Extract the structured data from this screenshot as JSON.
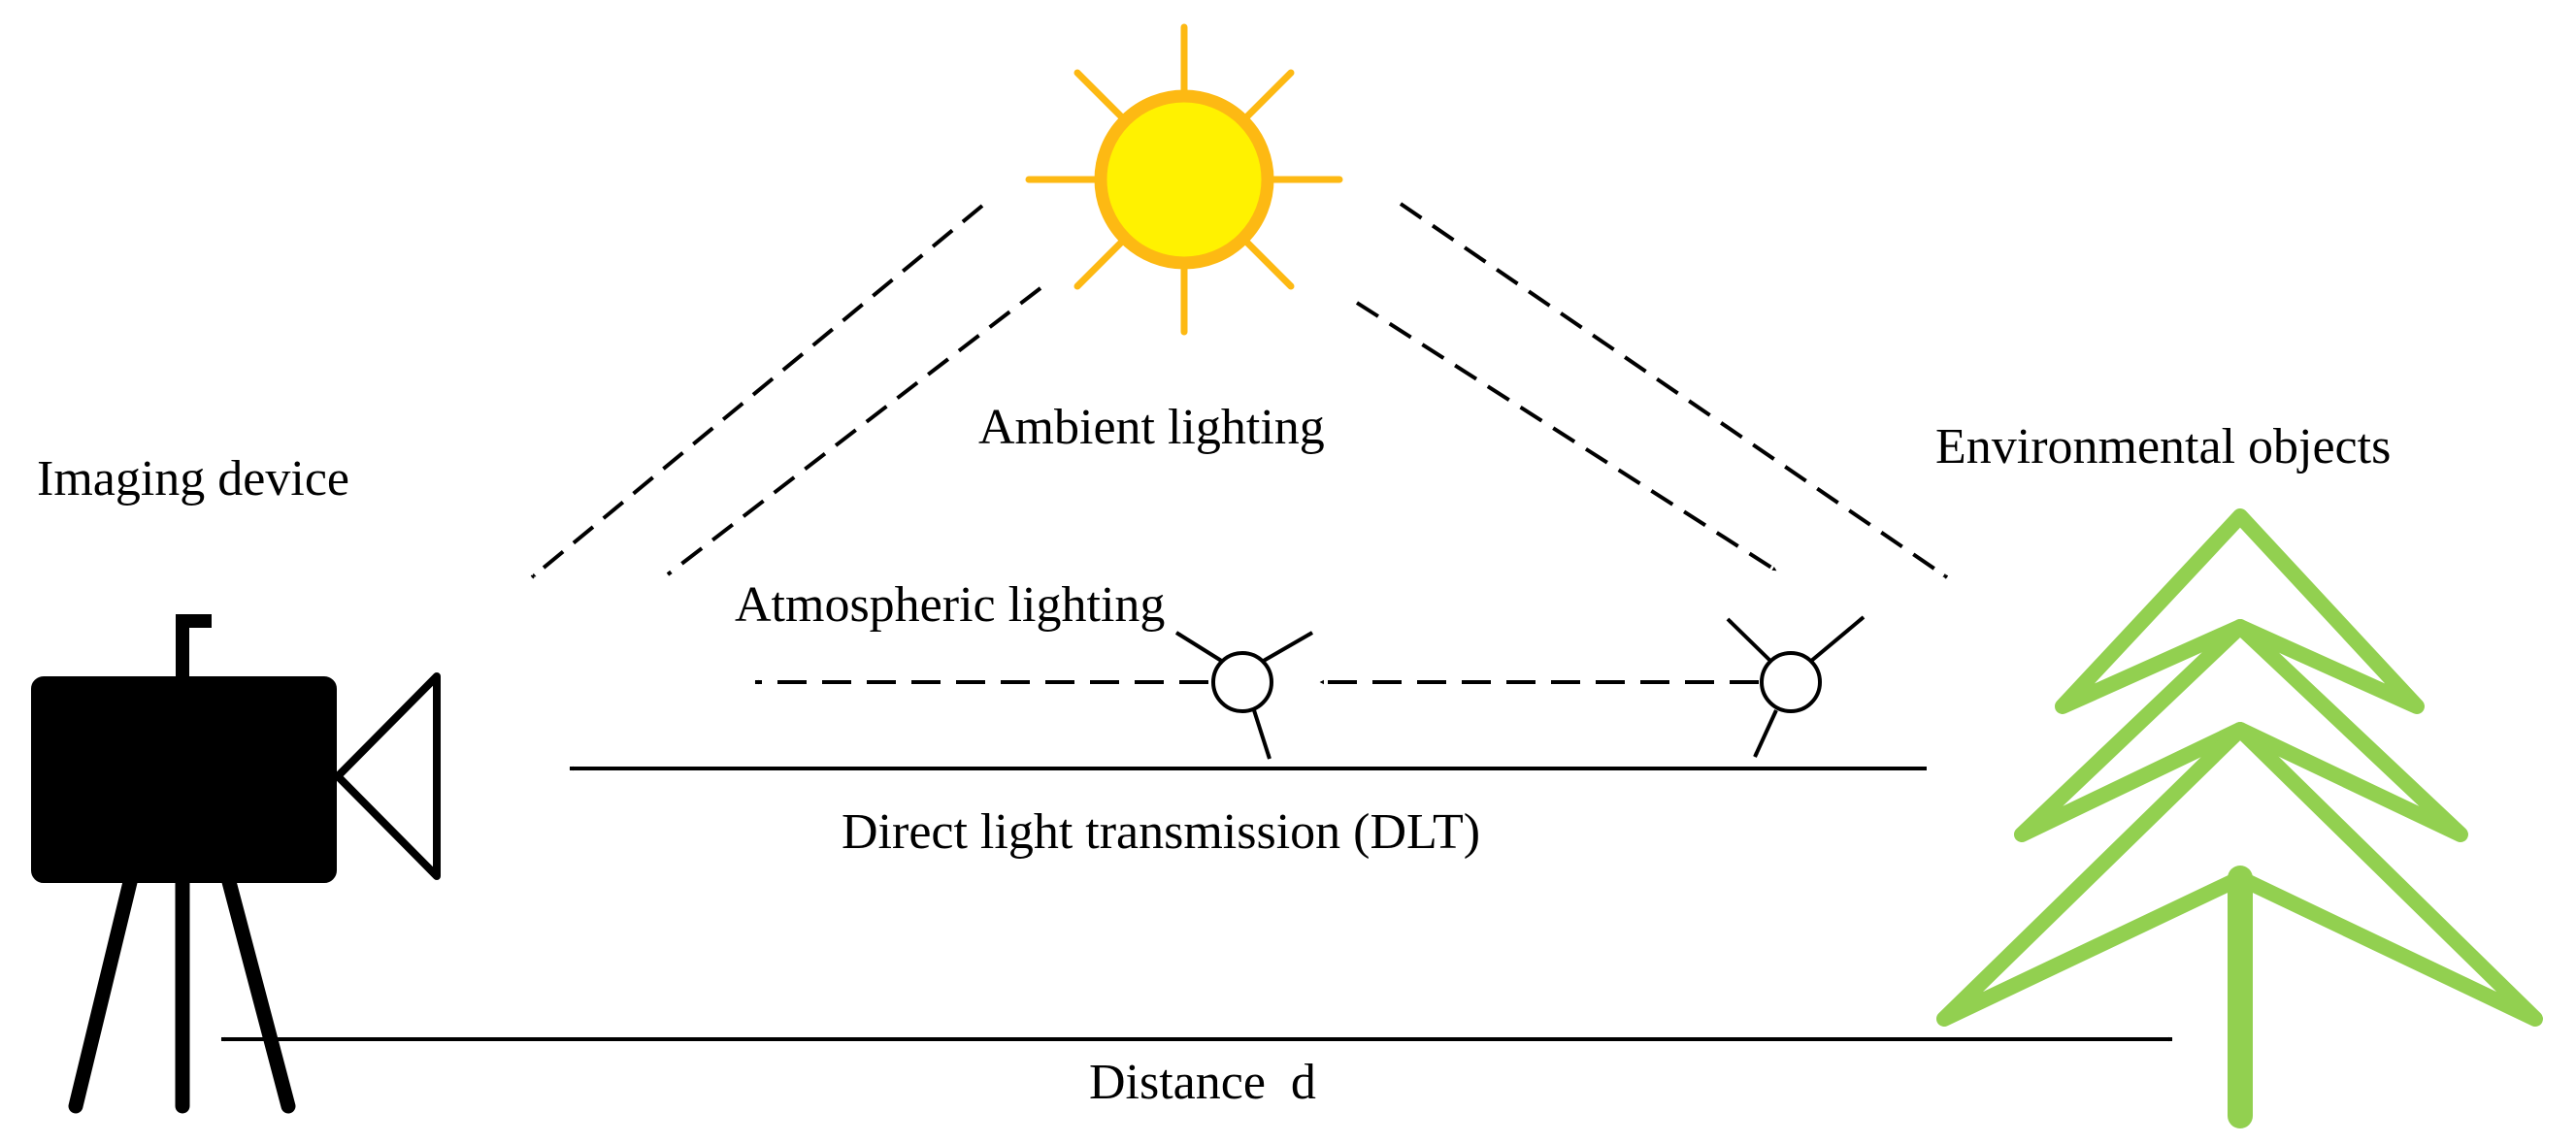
{
  "labels": {
    "ambient": "Ambient lighting",
    "imaging_device": "Imaging device",
    "environmental_objects": "Environmental objects",
    "atmospheric": "Atmospheric lighting",
    "dlt": "Direct light transmission (DLT)",
    "distance": "Distance  d"
  },
  "icons": {
    "light_source": "sun-icon",
    "camera": "camera-icon",
    "object": "tree-icon",
    "scattering": "scattering-particle-icon"
  },
  "colors": {
    "sun_fill": "#FFF200",
    "sun_stroke": "#FDB913",
    "tree": "#92D050",
    "ink": "#000000"
  }
}
